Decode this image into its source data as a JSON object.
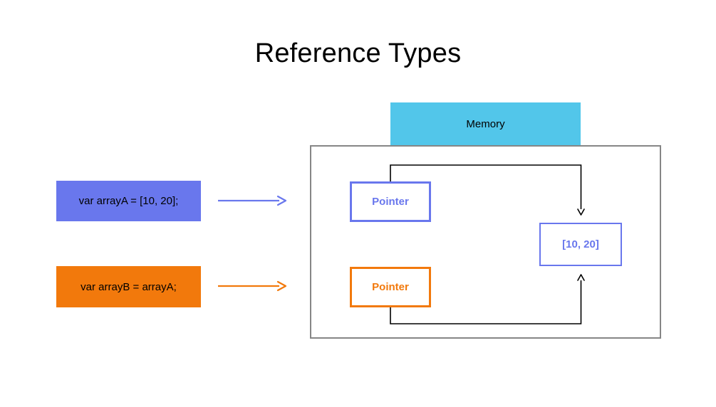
{
  "slide": {
    "title": "Reference Types",
    "background": "#ffffff"
  },
  "colors": {
    "blue": "#6977ed",
    "orange": "#f2790c",
    "cyan": "#52c6ea",
    "container_border": "#868686",
    "connector": "#000000",
    "text": "#000000"
  },
  "left_column": {
    "items": [
      {
        "id": "declaration-array-a",
        "code": "var arrayA = [10, 20];",
        "fill": "#6977ed",
        "arrow_name": "blue-link-arrow"
      },
      {
        "id": "declaration-array-b",
        "code": "var arrayB = arrayA;",
        "fill": "#f2790c",
        "arrow_name": "orange-link-arrow"
      }
    ]
  },
  "memory": {
    "header_label": "Memory",
    "header_fill": "#52c6ea",
    "boxes": {
      "pointer_a": {
        "label": "Pointer",
        "color": "#6977ed"
      },
      "pointer_b": {
        "label": "Pointer",
        "color": "#f2790c"
      },
      "value": {
        "label": "[10, 20]",
        "color": "#6977ed"
      }
    }
  },
  "connectors": [
    {
      "id": "pointer-a-to-value",
      "from": "pointer_a",
      "to": "value",
      "direction": "down-into-value-top"
    },
    {
      "id": "pointer-b-to-value",
      "from": "pointer_b",
      "to": "value",
      "direction": "up-into-value-bottom"
    }
  ]
}
